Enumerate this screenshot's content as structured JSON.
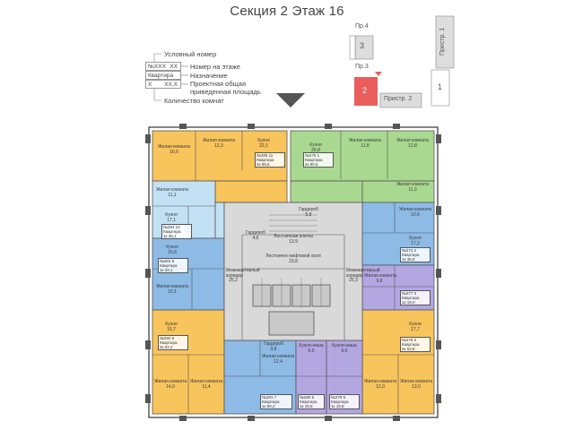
{
  "header": {
    "title": "Секция 2 Этаж 16"
  },
  "legend": {
    "room_number": "Условный номер",
    "no_format": "№XXX",
    "no_xx": "XX",
    "floor_number": "Номер на этаже",
    "kvartira_lbl": "Квартира",
    "purpose": "Назначение",
    "x_lbl": "X",
    "xx_x": "XX,X",
    "area_line1": "Проектная общая",
    "area_line2": "приведенная площадь",
    "room_count": "Количество комнат"
  },
  "keyplan": {
    "pr4": "Пр.4",
    "pr3": "Пр.3",
    "pr2": "Пристр. 2",
    "pr1": "Пристр. 1",
    "s1": "1",
    "s2": "2",
    "s3": "3",
    "accent": "#ea5d5d"
  },
  "colors": {
    "orange": "#f8c45c",
    "green": "#a9d990",
    "blue": "#8dbbe6",
    "light_blue": "#c3e1f5",
    "purple": "#b3a7e2",
    "grey": "#d9d9d9"
  },
  "rooms": [
    {
      "name": "Жилая комната",
      "area": "16,6"
    },
    {
      "name": "Жилая комната",
      "area": "12,3"
    },
    {
      "name": "Кухня",
      "area": "22,1"
    },
    {
      "name": "Кухня",
      "area": "26,8"
    },
    {
      "name": "Жилая комната",
      "area": "11,8"
    },
    {
      "name": "Жилая комната",
      "area": "12,8"
    },
    {
      "name": "Жилая комната",
      "area": "11,1"
    },
    {
      "name": "Кухня",
      "area": "17,1"
    },
    {
      "name": "Жилая комната",
      "area": "11,3"
    },
    {
      "name": "Жилая комната",
      "area": "10,6"
    },
    {
      "name": "Кухня",
      "area": "17,2"
    },
    {
      "name": "Кухня",
      "area": "15,8"
    },
    {
      "name": "Жилая комната",
      "area": "10,1"
    },
    {
      "name": "Кухня",
      "area": "16,7"
    },
    {
      "name": "Жилая комната",
      "area": "9,8"
    },
    {
      "name": "Кухня",
      "area": "17,7"
    },
    {
      "name": "Жилая комната",
      "area": "14,0"
    },
    {
      "name": "Жилая комната",
      "area": "11,4"
    },
    {
      "name": "Жилая комната",
      "area": "12,4"
    },
    {
      "name": "Кухня-ниша",
      "area": "6,0"
    },
    {
      "name": "Кухня-ниша",
      "area": "6,0"
    },
    {
      "name": "Жилая комната",
      "area": "12,0"
    },
    {
      "name": "Жилая комната",
      "area": "13,0"
    },
    {
      "name": "Лестнично-лифтовой холл",
      "area": "23,8"
    },
    {
      "name": "Лестничная клетка",
      "area": "13,9"
    },
    {
      "name": "Межквартирный коридор",
      "area": "25,2"
    },
    {
      "name": "Межквартирный коридор",
      "area": "25,3"
    },
    {
      "name": "Гардероб",
      "area": "5,8"
    },
    {
      "name": "Гардероб",
      "area": "4,6"
    },
    {
      "name": "Гардероб",
      "area": "3,8"
    }
  ],
  "apartments": [
    {
      "no": "№285",
      "floor_no": "11",
      "purpose": "Квартира",
      "rooms": "2к",
      "area": "69,6"
    },
    {
      "no": "№275",
      "floor_no": "1",
      "purpose": "Квартира",
      "rooms": "2к",
      "area": "80,6"
    },
    {
      "no": "№284",
      "floor_no": "10",
      "purpose": "Квартира",
      "rooms": "1к",
      "area": "36,1"
    },
    {
      "no": "№274",
      "floor_no": "2",
      "purpose": "Квартира",
      "rooms": "1к",
      "area": "35,9"
    },
    {
      "no": "№283",
      "floor_no": "9",
      "purpose": "Квартира",
      "rooms": "1к",
      "area": "34,1"
    },
    {
      "no": "№277",
      "floor_no": "3",
      "purpose": "Квартира",
      "rooms": "1к",
      "area": "19,0"
    },
    {
      "no": "№282",
      "floor_no": "8",
      "purpose": "Квартира",
      "rooms": "2к",
      "area": "52,2"
    },
    {
      "no": "№278",
      "floor_no": "4",
      "purpose": "Квартира",
      "rooms": "2к",
      "area": "53,8"
    },
    {
      "no": "№281",
      "floor_no": "7",
      "purpose": "Квартира",
      "rooms": "1к",
      "area": "50,2"
    },
    {
      "no": "№280",
      "floor_no": "6",
      "purpose": "Квартира",
      "rooms": "1к",
      "area": "19,8"
    },
    {
      "no": "№279",
      "floor_no": "5",
      "purpose": "Квартира",
      "rooms": "1к",
      "area": "19,8"
    }
  ]
}
